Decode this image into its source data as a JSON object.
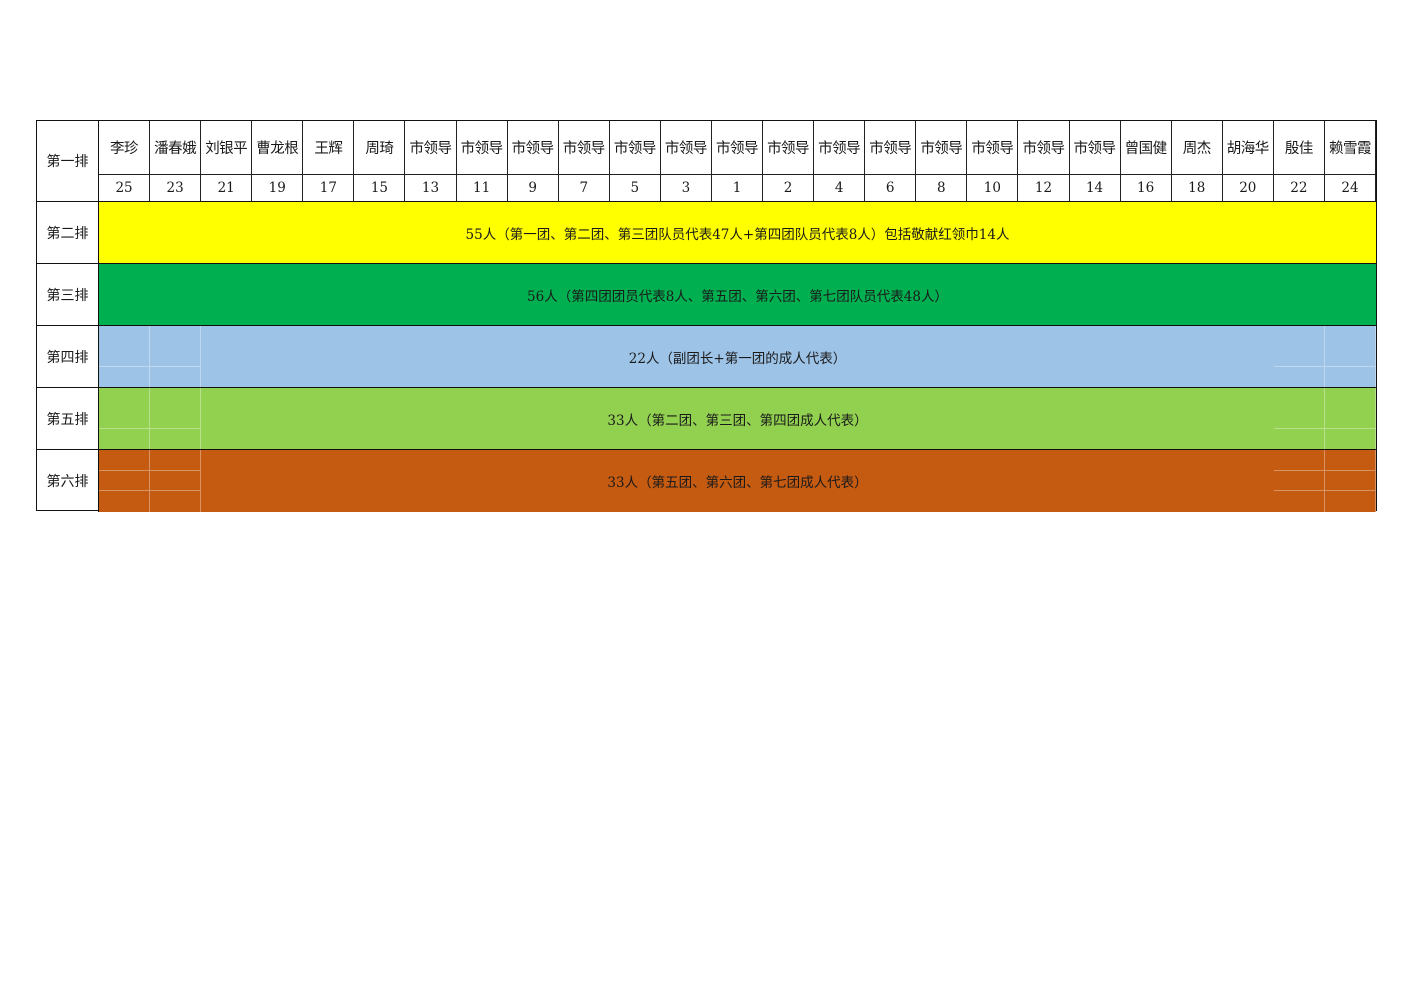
{
  "rows": [
    {
      "label": "第一排"
    },
    {
      "label": "第二排",
      "text": "55人（第一团、第二团、第三团队员代表47人+第四团队员代表8人）包括敬献红领巾14人",
      "color": "#ffff00"
    },
    {
      "label": "第三排",
      "text": "56人（第四团团员代表8人、第五团、第六团、第七团队员代表48人）",
      "color": "#00b050"
    },
    {
      "label": "第四排",
      "text": "22人（副团长+第一团的成人代表）",
      "color": "#9dc3e6"
    },
    {
      "label": "第五排",
      "text": "33人（第二团、第三团、第四团成人代表）",
      "color": "#92d050"
    },
    {
      "label": "第六排",
      "text": "33人（第五团、第六团、第七团成人代表）",
      "color": "#c55a11"
    }
  ],
  "first_row": {
    "names": [
      "李珍",
      "潘春娥",
      "刘银平",
      "曹龙根",
      "王辉",
      "周琦",
      "市领导",
      "市领导",
      "市领导",
      "市领导",
      "市领导",
      "市领导",
      "市领导",
      "市领导",
      "市领导",
      "市领导",
      "市领导",
      "市领导",
      "市领导",
      "市领导",
      "曾国健",
      "周杰",
      "胡海华",
      "殷佳",
      "赖雪霞"
    ],
    "seats": [
      "25",
      "23",
      "21",
      "19",
      "17",
      "15",
      "13",
      "11",
      "9",
      "7",
      "5",
      "3",
      "1",
      "2",
      "4",
      "6",
      "8",
      "10",
      "12",
      "14",
      "16",
      "18",
      "20",
      "22",
      "24"
    ]
  }
}
